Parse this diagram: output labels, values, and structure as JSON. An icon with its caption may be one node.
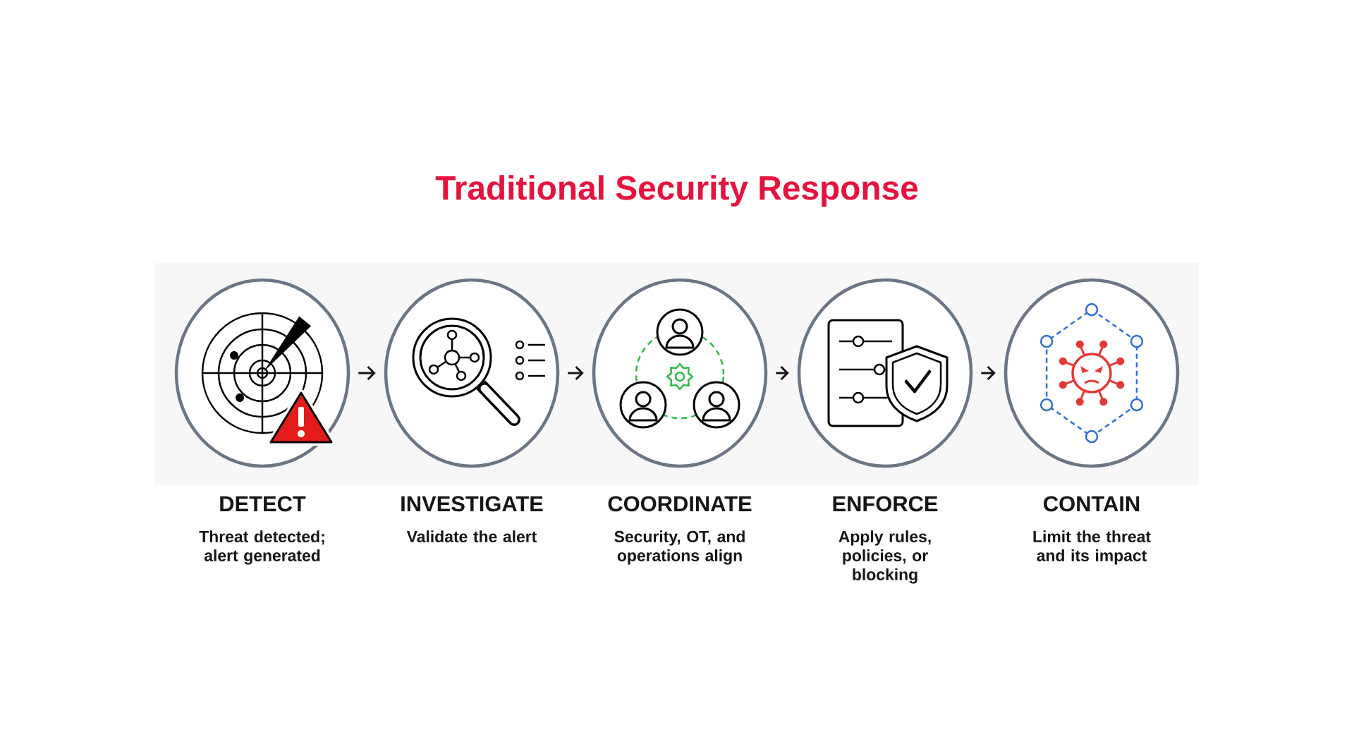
{
  "diagram": {
    "title": "Traditional Security Response",
    "nodes": [
      {
        "text": [
          "DETECT",
          "Threat detected; alert generated"
        ]
      },
      {
        "text": [
          "INVESTIGATE",
          "Validate the alert"
        ]
      },
      {
        "text": [
          "COORDINATE",
          "Security, OT, and operations align"
        ]
      },
      {
        "text": [
          "ENFORCE",
          "Apply rules, policies, or blocking"
        ]
      },
      {
        "text": [
          "CONTAIN",
          "Limit the threat and its impact"
        ]
      }
    ],
    "edges": [
      {
        "from": 0,
        "to": 1,
        "arrow": "to"
      },
      {
        "from": 1,
        "to": 2,
        "arrow": "to"
      },
      {
        "from": 2,
        "to": 3,
        "arrow": "to"
      },
      {
        "from": 3,
        "to": 4,
        "arrow": "to"
      }
    ]
  }
}
